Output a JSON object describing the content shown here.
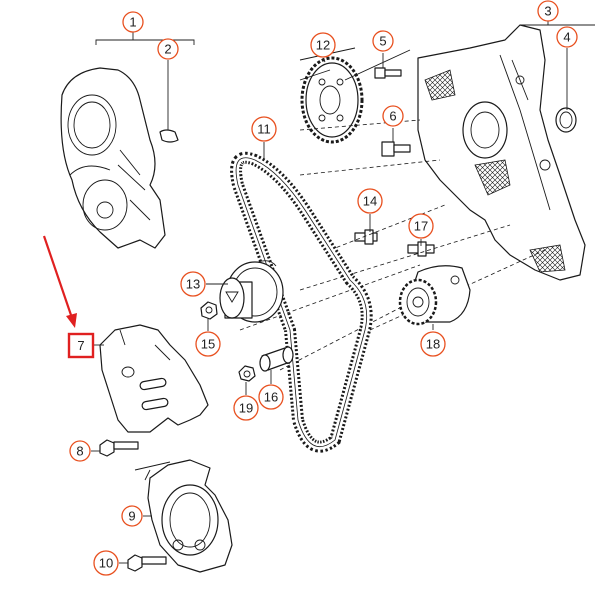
{
  "diagram": {
    "callouts": [
      {
        "id": "1",
        "label": "1"
      },
      {
        "id": "2",
        "label": "2"
      },
      {
        "id": "3",
        "label": "3"
      },
      {
        "id": "4",
        "label": "4"
      },
      {
        "id": "5",
        "label": "5"
      },
      {
        "id": "6",
        "label": "6"
      },
      {
        "id": "7",
        "label": "7"
      },
      {
        "id": "8",
        "label": "8"
      },
      {
        "id": "9",
        "label": "9"
      },
      {
        "id": "10",
        "label": "10"
      },
      {
        "id": "11",
        "label": "11"
      },
      {
        "id": "12",
        "label": "12"
      },
      {
        "id": "13",
        "label": "13"
      },
      {
        "id": "14",
        "label": "14"
      },
      {
        "id": "15",
        "label": "15"
      },
      {
        "id": "16",
        "label": "16"
      },
      {
        "id": "17",
        "label": "17"
      },
      {
        "id": "18",
        "label": "18"
      },
      {
        "id": "19",
        "label": "19"
      }
    ],
    "highlight": {
      "callout": "7",
      "color": "#e02020"
    },
    "colors": {
      "callout_ring": "#e8501f",
      "line": "#1a1a1a",
      "highlight": "#e02020"
    }
  }
}
